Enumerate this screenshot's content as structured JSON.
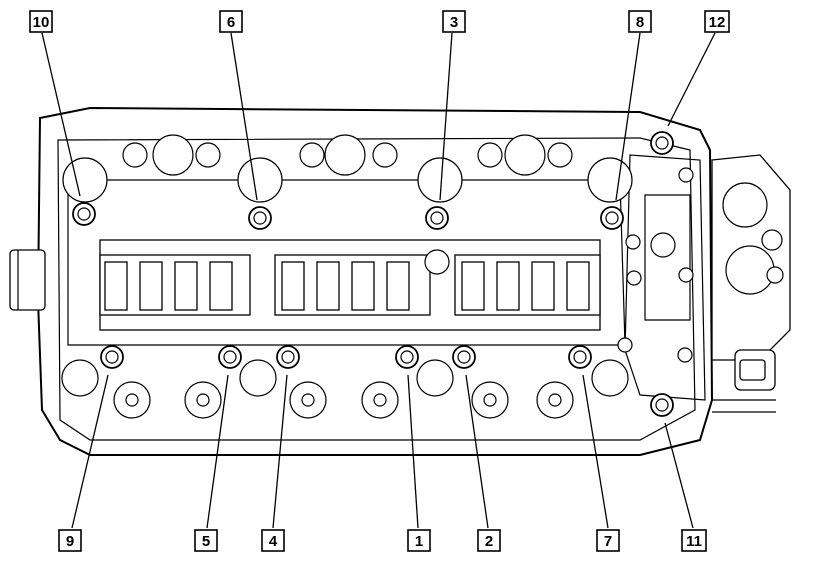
{
  "figure": {
    "subject": "cylinder-head-bolt-sequence"
  },
  "callouts": [
    {
      "label": "10"
    },
    {
      "label": "6"
    },
    {
      "label": "3"
    },
    {
      "label": "8"
    },
    {
      "label": "12"
    },
    {
      "label": "9"
    },
    {
      "label": "5"
    },
    {
      "label": "4"
    },
    {
      "label": "1"
    },
    {
      "label": "2"
    },
    {
      "label": "7"
    },
    {
      "label": "11"
    }
  ]
}
